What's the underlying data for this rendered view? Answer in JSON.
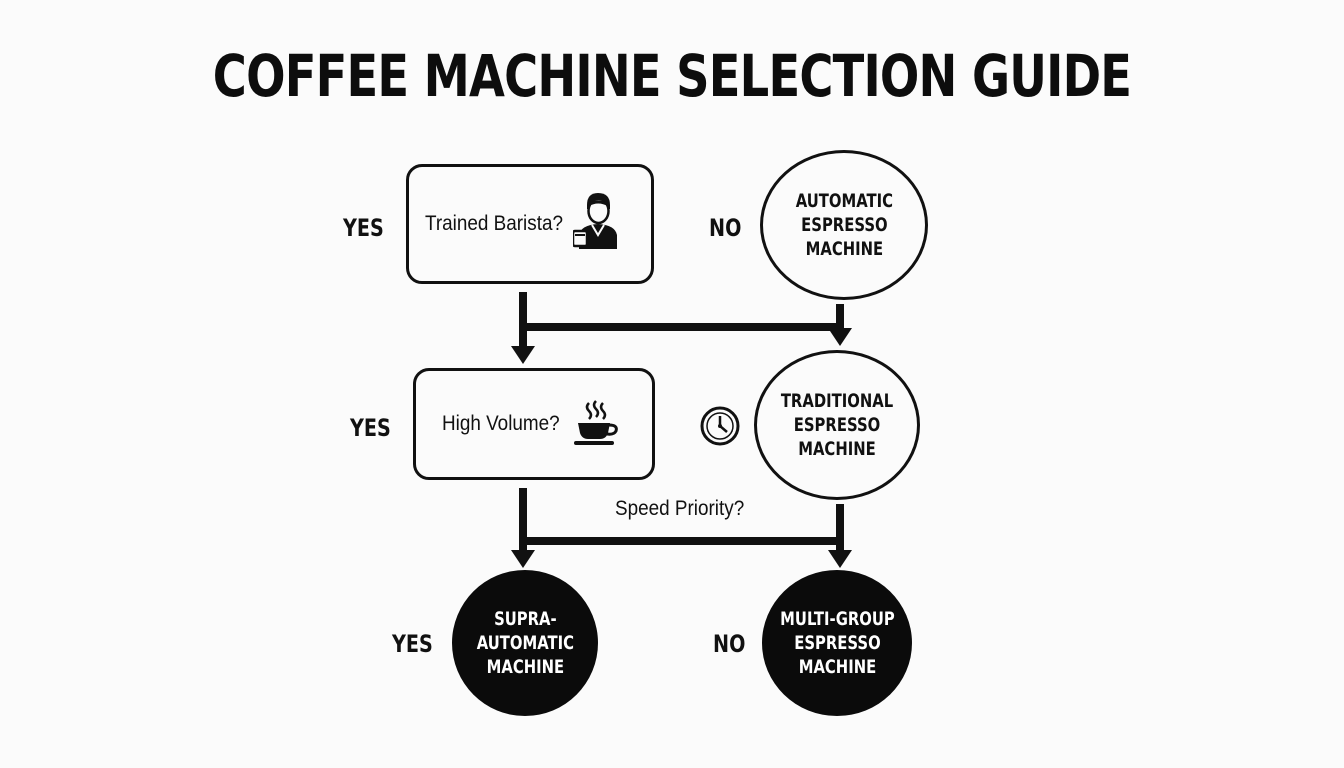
{
  "title": "COFFEE MACHINE SELECTION GUIDE",
  "nodes": {
    "barista_question": "Trained Barista?",
    "volume_question": "High Volume?",
    "automatic": "AUTOMATIC\nESPRESSO\nMACHINE",
    "traditional": "TRADITIONAL\nESPRESSO MACHINE",
    "supra_automatic": "SUPRA-\nAUTOMATIC\nMACHINE",
    "multi_group": "MULTI-GROUP\nESPRESSO\nMACHINE"
  },
  "labels": {
    "row1_yes": "YES",
    "row1_no": "NO",
    "row2_yes": "YES",
    "row3_yes": "YES",
    "row3_no": "NO",
    "speed_priority": "Speed Priority?"
  },
  "icons": {
    "barista": "barista-icon",
    "coffee": "coffee-cup-icon",
    "clock": "clock-icon"
  },
  "colors": {
    "stroke": "#111111",
    "filled_node": "#0b0b0b",
    "background": "#fbfbfb"
  }
}
